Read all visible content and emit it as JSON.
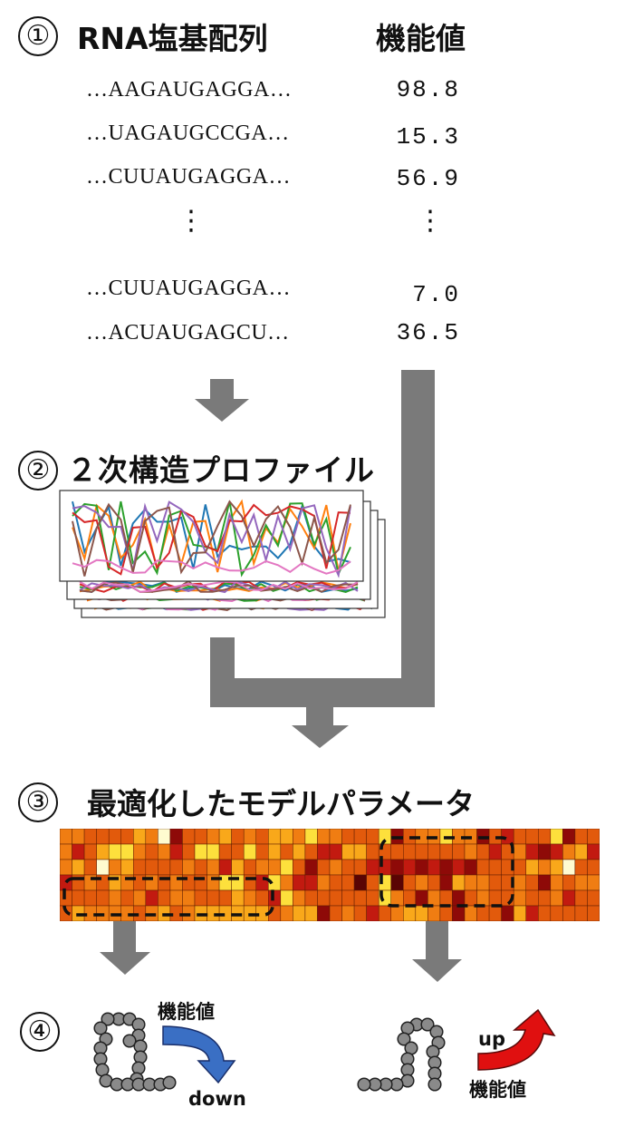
{
  "step1": {
    "number": "①",
    "header_sequence": "RNA塩基配列",
    "header_value": "機能値",
    "rows": [
      {
        "sequence": "…AAGAUGAGGA…",
        "value": "98.8"
      },
      {
        "sequence": "…UAGAUGCCGA…",
        "value": "15.3"
      },
      {
        "sequence": "…CUUAUGAGGA…",
        "value": "56.9"
      },
      {
        "sequence": "…CUUAUGAGGA…",
        "value": "7.0"
      },
      {
        "sequence": "…ACUAUGAGCU…",
        "value": "36.5"
      }
    ],
    "ellipsis": "⋮"
  },
  "step2": {
    "number": "②",
    "title": "２次構造プロファイル",
    "line_colors": [
      "#1f77b4",
      "#ff7f0e",
      "#2ca02c",
      "#d62728",
      "#9467bd",
      "#8c564b",
      "#e377c2"
    ]
  },
  "step3": {
    "number": "③",
    "title": "最適化したモデルパラメータ",
    "heatmap_colors": [
      "#e25a0c",
      "#f07d12",
      "#f9a81a",
      "#fde03c",
      "#fffbd0",
      "#c21a10",
      "#8e0a08",
      "#5a0404"
    ]
  },
  "step4": {
    "number": "④",
    "left_label": "機能値",
    "left_direction": "down",
    "right_direction": "up",
    "right_label": "機能値",
    "colors": {
      "down_arrow": "#3a6fc4",
      "up_arrow": "#e01010",
      "bead": "#8a8a8a"
    }
  }
}
